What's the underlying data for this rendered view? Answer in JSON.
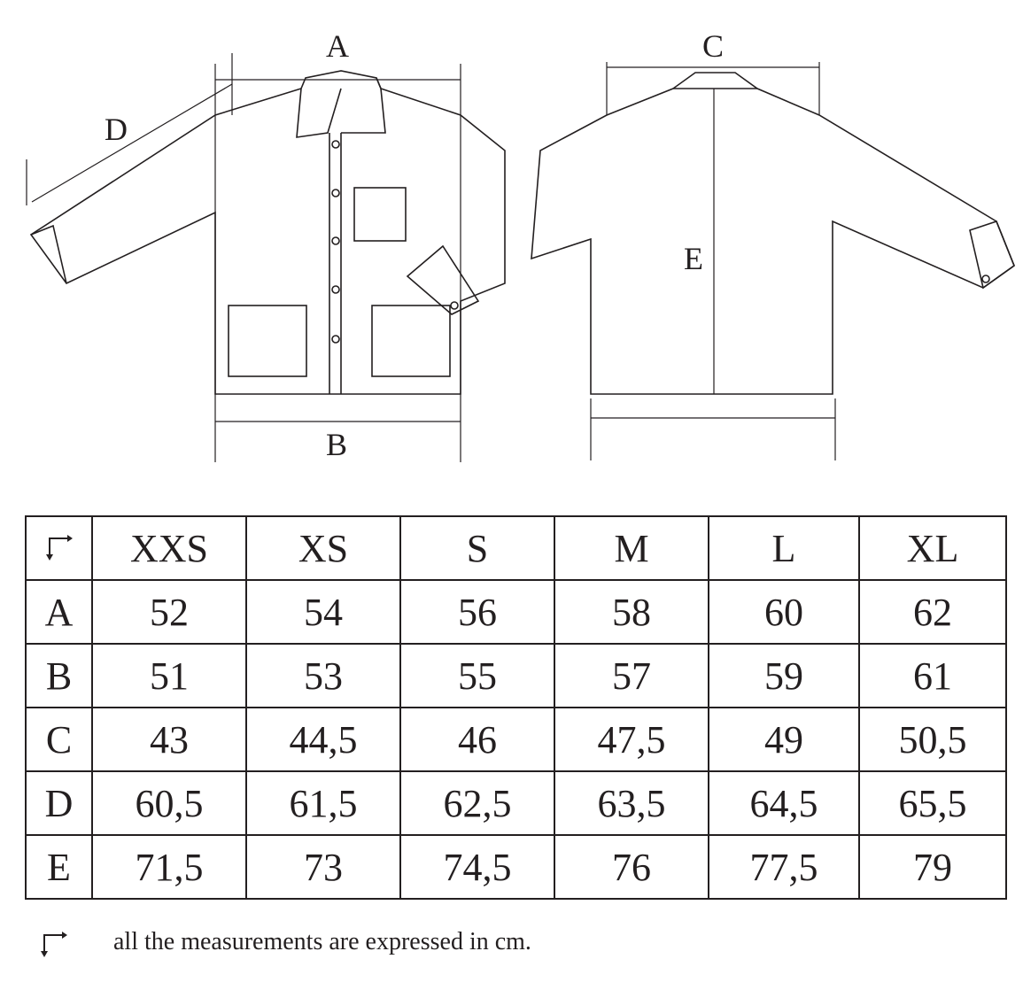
{
  "diagram": {
    "labels": {
      "A": "A",
      "B": "B",
      "C": "C",
      "D": "D",
      "E": "E"
    }
  },
  "table": {
    "corner_icon": "arrow-corner-icon",
    "sizes": [
      "XXS",
      "XS",
      "S",
      "M",
      "L",
      "XL"
    ],
    "rows": [
      {
        "label": "A",
        "values": [
          "52",
          "54",
          "56",
          "58",
          "60",
          "62"
        ]
      },
      {
        "label": "B",
        "values": [
          "51",
          "53",
          "55",
          "57",
          "59",
          "61"
        ]
      },
      {
        "label": "C",
        "values": [
          "43",
          "44,5",
          "46",
          "47,5",
          "49",
          "50,5"
        ]
      },
      {
        "label": "D",
        "values": [
          "60,5",
          "61,5",
          "62,5",
          "63,5",
          "64,5",
          "65,5"
        ]
      },
      {
        "label": "E",
        "values": [
          "71,5",
          "73",
          "74,5",
          "76",
          "77,5",
          "79"
        ]
      }
    ]
  },
  "note": "all the measurements are expressed in cm."
}
